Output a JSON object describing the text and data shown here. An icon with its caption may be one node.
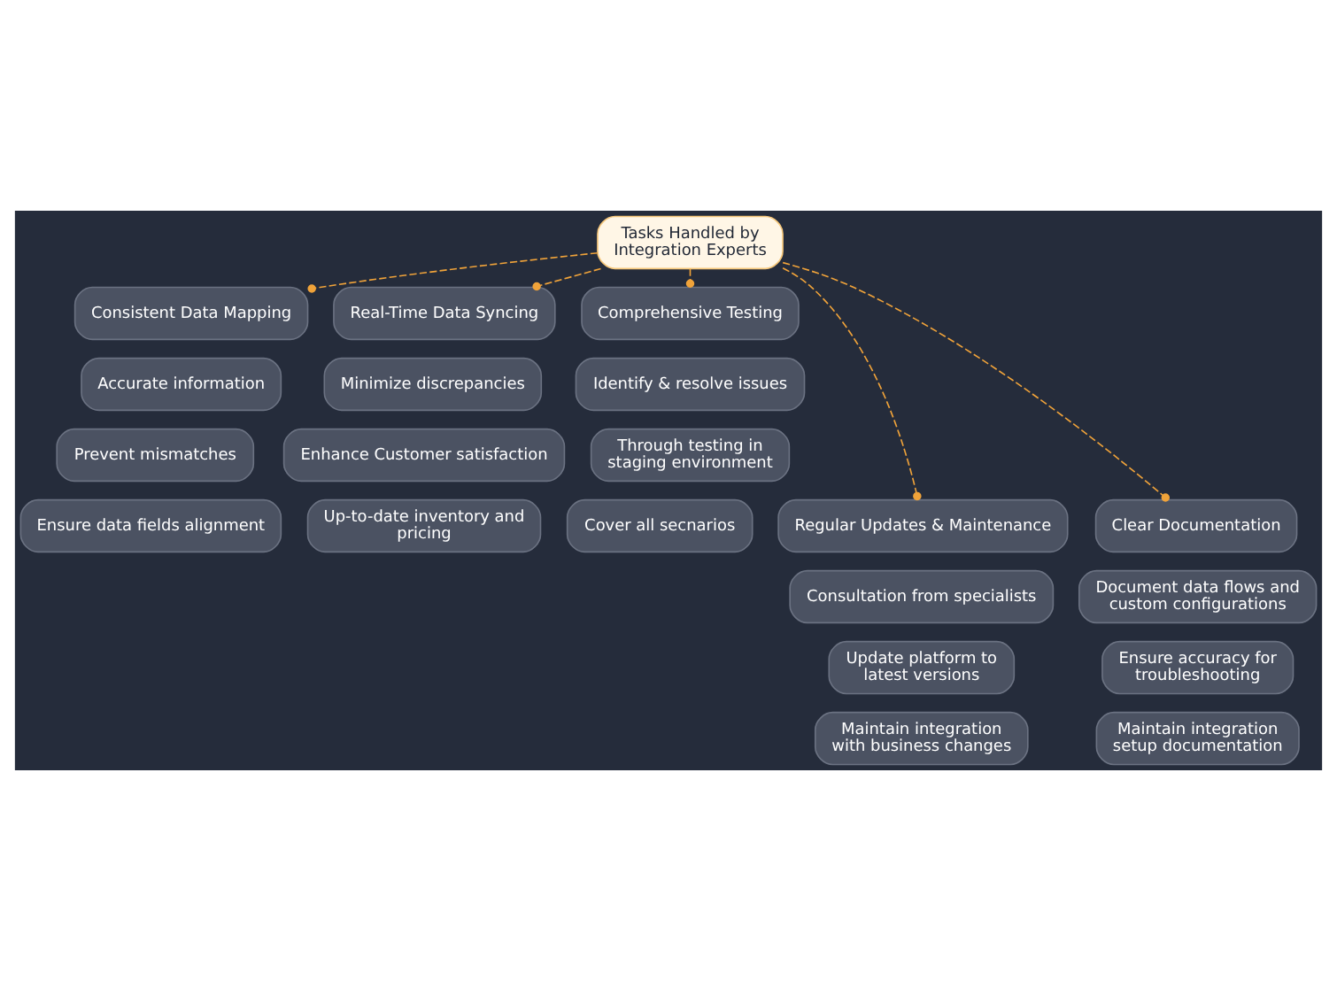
{
  "diagram": {
    "nodes": [
      {
        "text": [
          "Tasks Handled by Integration Experts"
        ]
      },
      {
        "text": [
          "Consistent Data Mapping"
        ]
      },
      {
        "text": [
          "Accurate information"
        ]
      },
      {
        "text": [
          "Prevent mismatches"
        ]
      },
      {
        "text": [
          "Ensure data fields alignment"
        ]
      },
      {
        "text": [
          "Real-Time Data Syncing"
        ]
      },
      {
        "text": [
          "Minimize discrepancies"
        ]
      },
      {
        "text": [
          "Enhance Customer satisfaction"
        ]
      },
      {
        "text": [
          "Up-to-date inventory and pricing"
        ]
      },
      {
        "text": [
          "Comprehensive Testing"
        ]
      },
      {
        "text": [
          "Identify & resolve issues"
        ]
      },
      {
        "text": [
          "Through testing in staging environment"
        ]
      },
      {
        "text": [
          "Cover all secnarios"
        ]
      },
      {
        "text": [
          "Regular Updates & Maintenance"
        ]
      },
      {
        "text": [
          "Consultation from specialists"
        ]
      },
      {
        "text": [
          "Update platform to latest versions"
        ]
      },
      {
        "text": [
          "Maintain integration with business changes"
        ]
      },
      {
        "text": [
          "Clear Documentation"
        ]
      },
      {
        "text": [
          "Document data flows and custom configurations"
        ]
      },
      {
        "text": [
          "Ensure accuracy for troubleshooting"
        ]
      },
      {
        "text": [
          "Maintain integration setup documentation"
        ]
      }
    ],
    "edges": [
      {
        "from": 0,
        "to": 1,
        "arrow": "other",
        "style": "dashed",
        "color": "#f0a33a"
      },
      {
        "from": 0,
        "to": 13,
        "arrow": "other",
        "style": "dashed",
        "color": "#f0a33a"
      },
      {
        "from": 0,
        "to": 5,
        "arrow": "other",
        "style": "dashed",
        "color": "#f0a33a"
      },
      {
        "from": 0,
        "to": 17,
        "arrow": "other",
        "style": "dashed",
        "color": "#f0a33a"
      },
      {
        "from": 0,
        "to": 9,
        "arrow": "other",
        "style": "dashed",
        "color": "#f0a33a"
      }
    ]
  }
}
